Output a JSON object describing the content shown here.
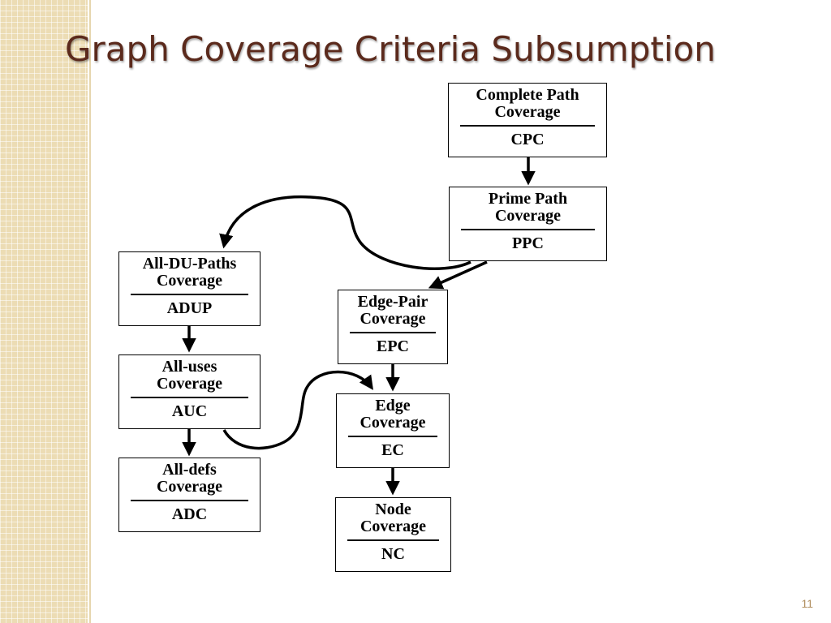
{
  "slide": {
    "title": "Graph Coverage Criteria Subsumption",
    "page_number": "11"
  },
  "nodes": {
    "cpc": {
      "label_line1": "Complete Path",
      "label_line2": "Coverage",
      "abbr": "CPC"
    },
    "ppc": {
      "label_line1": "Prime Path",
      "label_line2": "Coverage",
      "abbr": "PPC"
    },
    "adup": {
      "label_line1": "All-DU-Paths",
      "label_line2": "Coverage",
      "abbr": "ADUP"
    },
    "epc": {
      "label_line1": "Edge-Pair",
      "label_line2": "Coverage",
      "abbr": "EPC"
    },
    "auc": {
      "label_line1": "All-uses",
      "label_line2": "Coverage",
      "abbr": "AUC"
    },
    "ec": {
      "label_line1": "Edge",
      "label_line2": "Coverage",
      "abbr": "EC"
    },
    "adc": {
      "label_line1": "All-defs",
      "label_line2": "Coverage",
      "abbr": "ADC"
    },
    "nc": {
      "label_line1": "Node",
      "label_line2": "Coverage",
      "abbr": "NC"
    }
  },
  "edges": [
    {
      "from": "CPC",
      "to": "PPC"
    },
    {
      "from": "PPC",
      "to": "ADUP"
    },
    {
      "from": "PPC",
      "to": "EPC"
    },
    {
      "from": "ADUP",
      "to": "AUC"
    },
    {
      "from": "AUC",
      "to": "ADC"
    },
    {
      "from": "AUC",
      "to": "EC"
    },
    {
      "from": "EPC",
      "to": "EC"
    },
    {
      "from": "EC",
      "to": "NC"
    }
  ]
}
